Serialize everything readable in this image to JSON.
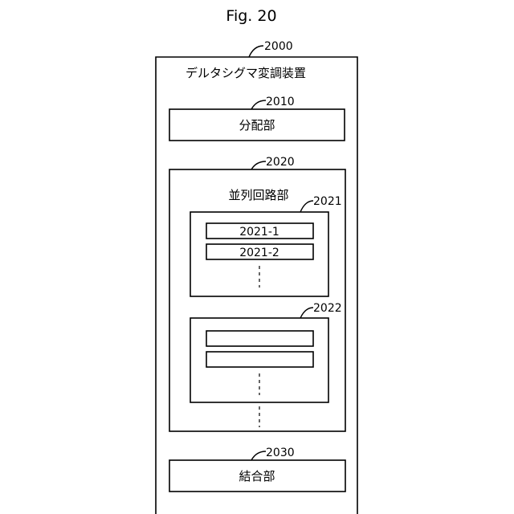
{
  "figure_title": "Fig. 20",
  "device": {
    "ref": "2000",
    "label": "デルタシグマ変調装置"
  },
  "distribution_unit": {
    "ref": "2010",
    "label": "分配部"
  },
  "parallel_circuit_unit": {
    "ref": "2020",
    "label": "並列回路部",
    "groups": [
      {
        "ref": "2021",
        "elements": [
          "2021-1",
          "2021-2"
        ]
      },
      {
        "ref": "2022",
        "elements": [
          "",
          ""
        ]
      }
    ]
  },
  "combining_unit": {
    "ref": "2030",
    "label": "結合部"
  }
}
